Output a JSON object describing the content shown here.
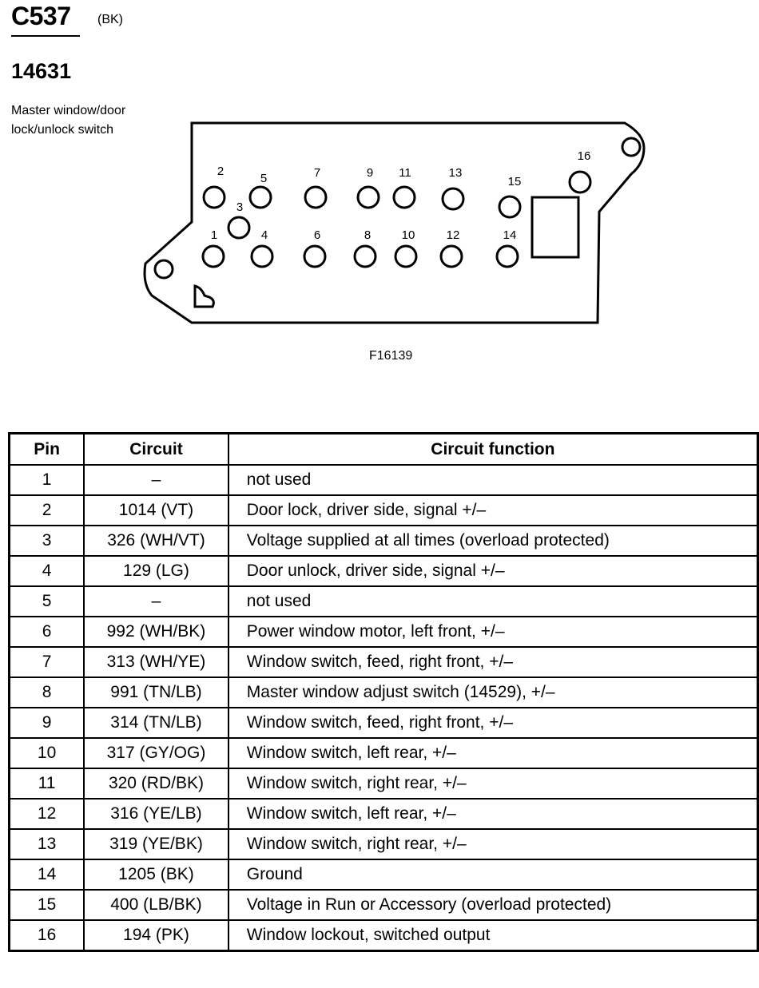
{
  "header": {
    "connector_id": "C537",
    "connector_color": "(BK)",
    "part_number": "14631",
    "component_line1": "Master window/door",
    "component_line2": "lock/unlock switch"
  },
  "diagram": {
    "figure_id": "F16139",
    "pins": [
      {
        "label": "1"
      },
      {
        "label": "2"
      },
      {
        "label": "3"
      },
      {
        "label": "4"
      },
      {
        "label": "5"
      },
      {
        "label": "6"
      },
      {
        "label": "7"
      },
      {
        "label": "8"
      },
      {
        "label": "9"
      },
      {
        "label": "10"
      },
      {
        "label": "11"
      },
      {
        "label": "12"
      },
      {
        "label": "13"
      },
      {
        "label": "14"
      },
      {
        "label": "15"
      },
      {
        "label": "16"
      }
    ]
  },
  "table": {
    "headers": {
      "pin": "Pin",
      "circuit": "Circuit",
      "function": "Circuit function"
    },
    "rows": [
      {
        "pin": "1",
        "circuit": "–",
        "function": "not used"
      },
      {
        "pin": "2",
        "circuit": "1014 (VT)",
        "function": "Door lock, driver side, signal +/–"
      },
      {
        "pin": "3",
        "circuit": "326 (WH/VT)",
        "function": "Voltage supplied at all times (overload protected)"
      },
      {
        "pin": "4",
        "circuit": "129 (LG)",
        "function": "Door unlock, driver side, signal +/–"
      },
      {
        "pin": "5",
        "circuit": "–",
        "function": "not used"
      },
      {
        "pin": "6",
        "circuit": "992 (WH/BK)",
        "function": "Power window motor, left front, +/–"
      },
      {
        "pin": "7",
        "circuit": "313 (WH/YE)",
        "function": "Window switch, feed, right front, +/–"
      },
      {
        "pin": "8",
        "circuit": "991 (TN/LB)",
        "function": "Master window adjust switch (14529), +/–"
      },
      {
        "pin": "9",
        "circuit": "314 (TN/LB)",
        "function": "Window switch, feed, right front, +/–"
      },
      {
        "pin": "10",
        "circuit": "317 (GY/OG)",
        "function": "Window switch, left rear, +/–"
      },
      {
        "pin": "11",
        "circuit": "320 (RD/BK)",
        "function": "Window switch, right rear, +/–"
      },
      {
        "pin": "12",
        "circuit": "316 (YE/LB)",
        "function": "Window switch, left rear, +/–"
      },
      {
        "pin": "13",
        "circuit": "319 (YE/BK)",
        "function": "Window switch, right rear, +/–"
      },
      {
        "pin": "14",
        "circuit": "1205 (BK)",
        "function": "Ground"
      },
      {
        "pin": "15",
        "circuit": "400 (LB/BK)",
        "function": "Voltage in Run or Accessory (overload protected)"
      },
      {
        "pin": "16",
        "circuit": "194 (PK)",
        "function": "Window lockout, switched output"
      }
    ]
  }
}
